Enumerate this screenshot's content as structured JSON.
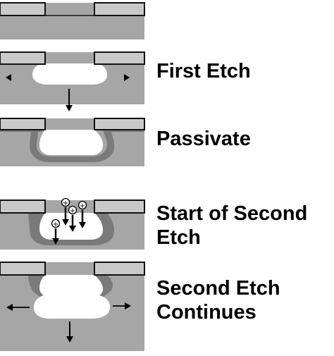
{
  "steps": [
    {
      "id": "initial",
      "label": ""
    },
    {
      "id": "first-etch",
      "label": "First Etch"
    },
    {
      "id": "passivate",
      "label": "Passivate"
    },
    {
      "id": "second-etch-start",
      "label": "Start of Second Etch"
    },
    {
      "id": "second-etch-continues",
      "label": "Second Etch Continues"
    }
  ],
  "labels": {
    "first_etch": "First Etch",
    "passivate": "Passivate",
    "second_start_line1": "Start of Second",
    "second_start_line2": "Etch",
    "second_cont_line1": "Second Etch",
    "second_cont_line2": "Continues"
  },
  "ion_symbol": "+",
  "colors": {
    "substrate": "#a6a6a6",
    "mask": "#c9c9c9",
    "passivation": "#7a7a7a",
    "outline": "#111111",
    "cavity": "#ffffff"
  }
}
